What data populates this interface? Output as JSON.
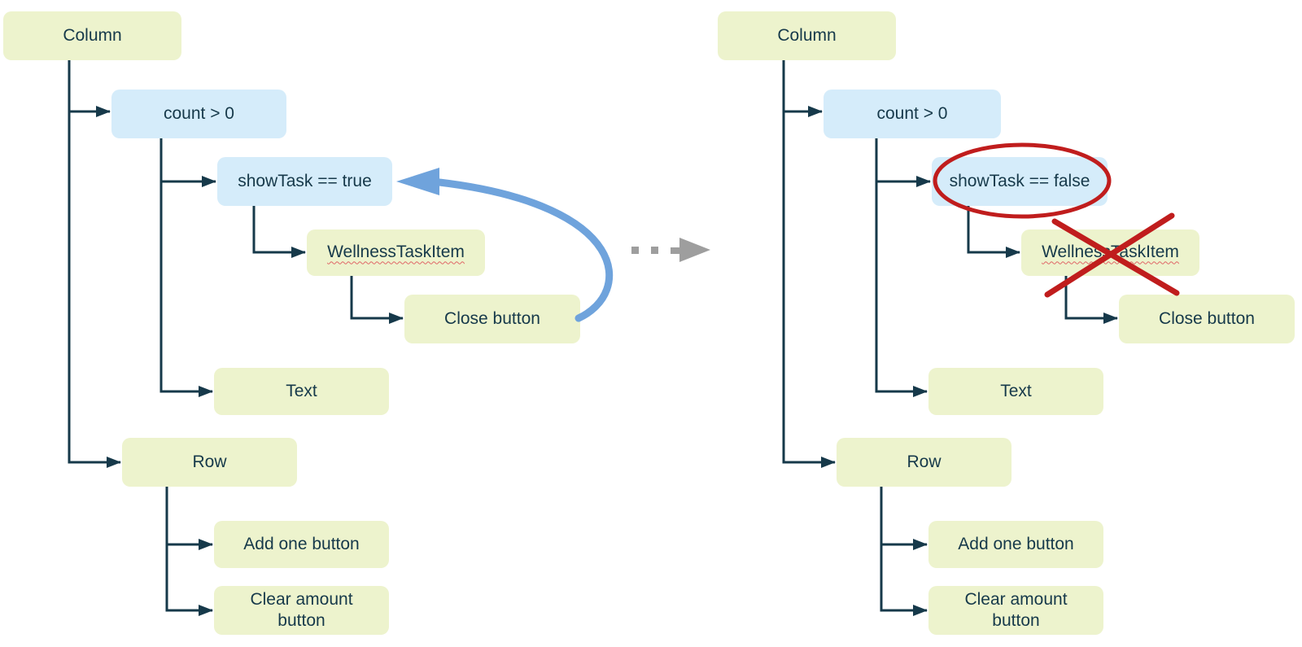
{
  "left_tree": {
    "column": "Column",
    "count_condition": "count > 0",
    "show_task_condition": "showTask == true",
    "wellness_task_item": "WellnessTaskItem",
    "close_button": "Close button",
    "text": "Text",
    "row": "Row",
    "add_one_button": "Add one button",
    "clear_amount_button": "Clear amount button"
  },
  "right_tree": {
    "column": "Column",
    "count_condition": "count > 0",
    "show_task_condition": "showTask == false",
    "wellness_task_item": "WellnessTaskItem",
    "close_button": "Close button",
    "text": "Text",
    "row": "Row",
    "add_one_button": "Add one button",
    "clear_amount_button": "Clear amount button"
  },
  "colors": {
    "container_box_green": "#edf3cd",
    "condition_box_blue": "#d5ecfa",
    "line_and_text_navy": "#16394a",
    "annotation_red": "#c01d1d",
    "recompose_arrow_blue": "#6fa3dc",
    "transition_arrow_gray": "#9e9e9e",
    "spellcheck_underline": "#e06666"
  }
}
